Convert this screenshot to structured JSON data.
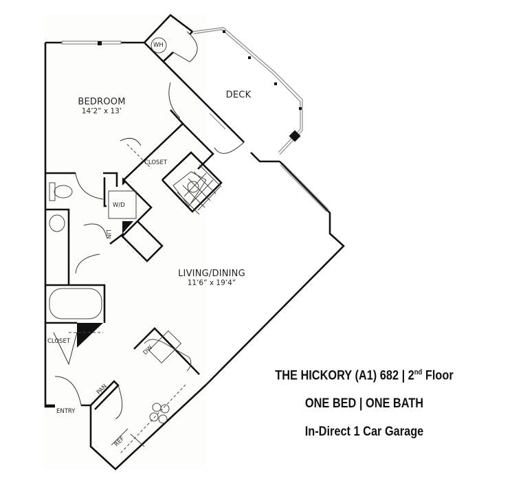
{
  "caption": {
    "line1_prefix": "THE HICKORY (A1) 682 | 2",
    "line1_sup": "nd",
    "line1_suffix": " Floor",
    "line2": "ONE BED | ONE BATH",
    "line3": "In-Direct 1 Car Garage"
  },
  "rooms": {
    "bedroom": {
      "name": "BEDROOM",
      "dims": "14’2” x 13’"
    },
    "deck": {
      "name": "DECK"
    },
    "living": {
      "name": "LIVING/DINING",
      "dims": "11’6” x 19’4”"
    }
  },
  "fixtures": {
    "water_heater": "WH",
    "closet_upper": "CLOSET",
    "closet_lower": "CLOSET",
    "washer_dryer": "W/D",
    "linen": "LIN",
    "dishwasher": "DW",
    "pantry": "PAN",
    "refrigerator": "REF",
    "entry": "ENTRY"
  },
  "colors": {
    "wall": "#111111",
    "background": "#fdfdfc",
    "text": "#111111"
  }
}
